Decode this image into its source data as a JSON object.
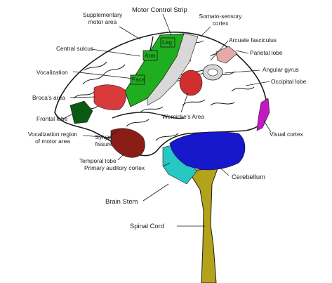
{
  "labels": {
    "supplementary_motor_area": "Supplementary\nmotor area",
    "motor_control_strip": "Motor Control Strip",
    "somato_sensory_cortex": "Somato-sensory\ncortex",
    "arcuate_fasciculus": "Arcuate fasciculus",
    "parietal_lobe": "Parietal lobe",
    "angular_gyrus": "Angular gyrus",
    "occipital_lobe": "Occipital lobe",
    "central_sulcus": "Central sulcus",
    "vocalization": "Vocalization",
    "brocas_area": "Broca's area",
    "frontal_lobe": "Frontal lobe",
    "vocalization_region": "Vocalization region\nof motor area",
    "sylvan_fissure": "Sylvan\nfissure",
    "temporal_lobe": "Temporal lobe",
    "primary_auditory_cortex": "Primary auditory cortex",
    "wernickes_area": "Wernicke's Area",
    "visual_cortex": "Visual cortex",
    "cerebellum": "Cerebellum",
    "brain_stem": "Brain Stem",
    "spinal_cord": "Spinal Cord",
    "leg": "Leg",
    "arm": "Arm",
    "face": "Face"
  },
  "colors": {
    "motor_strip": "#1fae1f",
    "brocas_area": "#d93a3a",
    "wernickes_area": "#cf2f2f",
    "frontal_lobe_patch": "#0b5a14",
    "temporal_region": "#8a1e17",
    "auditory_cortex": "#27c7c4",
    "cerebellum": "#1717cc",
    "visual_cortex": "#c21ac2",
    "parietal_patch": "#e7a8a8",
    "brain_stem": "#b3a31a",
    "outline": "#1a1a1a"
  }
}
